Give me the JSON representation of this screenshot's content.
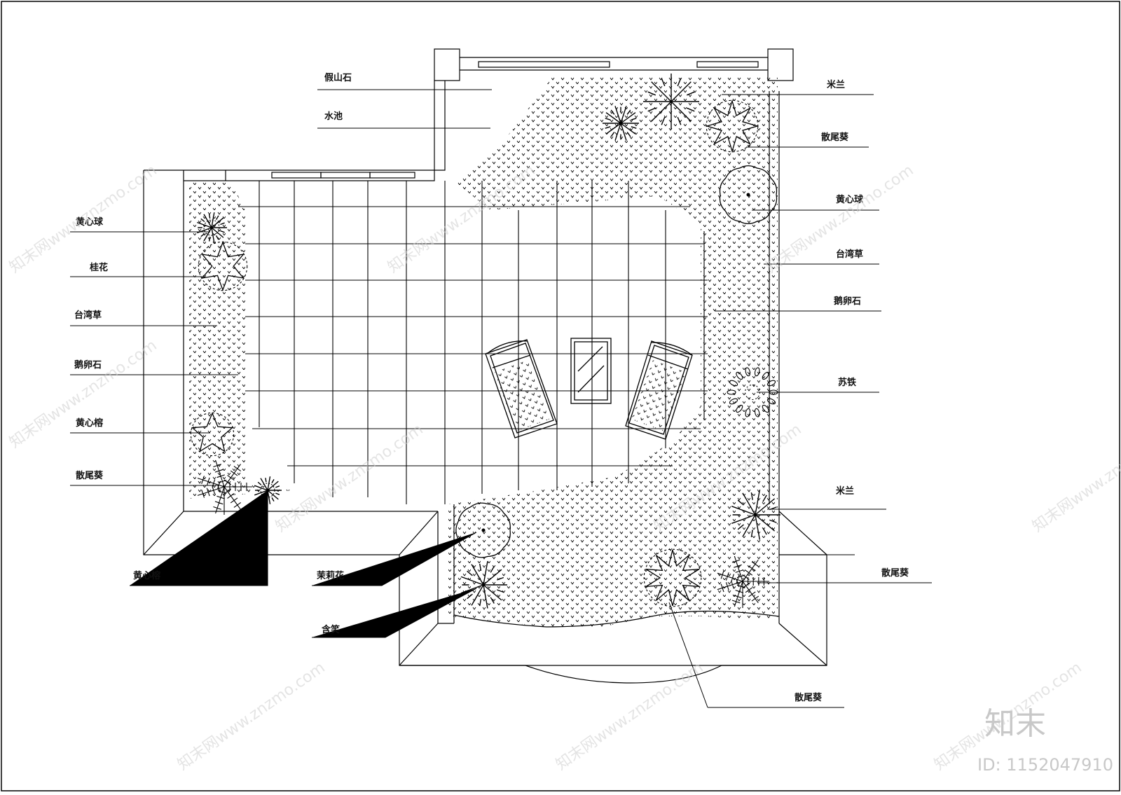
{
  "plan": {
    "labels": {
      "l_jiashanshi": "假山石",
      "l_shuichi": "水池",
      "l_huangxinqiu_l": "黄心球",
      "l_guihua": "桂花",
      "l_taiwancao_l": "台湾草",
      "l_eluanshi_l": "鹅卵石",
      "l_huangxinrong_l": "黄心榕",
      "l_sanweikui_l": "散尾葵",
      "l_huangxinrong_b": "黄心榕",
      "l_molihua": "茉莉花",
      "l_hanxiao": "含笑",
      "l_sanweikui_b": "散尾葵",
      "l_milan_t": "米兰",
      "l_sanweikui_t": "散尾葵",
      "l_huangxinqiu_r": "黄心球",
      "l_taiwancao_r": "台湾草",
      "l_eluanshi_r": "鹅卵石",
      "l_sutie": "苏铁",
      "l_milan_r": "米兰",
      "l_sanweikui_r": "散尾葵"
    }
  },
  "watermark": {
    "site": "知末网www.znzmo.com",
    "brand": "知末",
    "id": "ID: 1152047910"
  }
}
